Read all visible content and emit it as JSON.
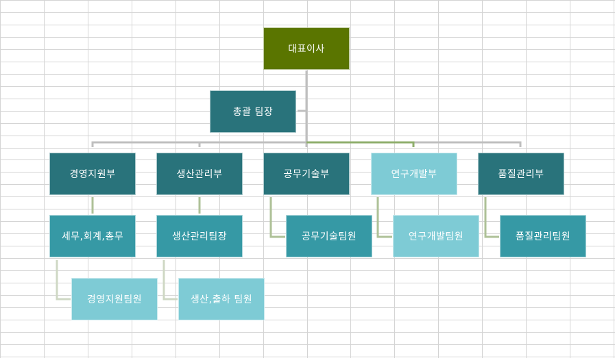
{
  "colors": {
    "ceo": "#5a7500",
    "dark_teal": "#29737b",
    "mid_teal": "#3699a5",
    "light_teal": "#7ecbd5",
    "grid": "#d4d4d4",
    "connector_gray": "#bfbfbf",
    "connector_green": "#8fae6c",
    "connector_sub": "#aec197",
    "connector_third": "#cfd8c4"
  },
  "org": {
    "ceo": {
      "label": "대표이사"
    },
    "assistant": {
      "label": "총괄 팀장"
    },
    "departments": [
      {
        "label": "경영지원부",
        "style": "dark",
        "team": {
          "label": "세무,회계,총무",
          "style": "mid",
          "member": {
            "label": "경영지원팀원",
            "style": "light"
          }
        }
      },
      {
        "label": "생산관리부",
        "style": "dark",
        "team": {
          "label": "생산관리팀장",
          "style": "mid",
          "member": {
            "label": "생산,출하 팀원",
            "style": "light"
          }
        }
      },
      {
        "label": "공무기술부",
        "style": "dark",
        "team": {
          "label": "공무기술팀원",
          "style": "mid"
        }
      },
      {
        "label": "연구개발부",
        "style": "light",
        "team": {
          "label": "연구개발팀원",
          "style": "light"
        }
      },
      {
        "label": "품질관리부",
        "style": "dark",
        "team": {
          "label": "품질관리팀원",
          "style": "mid"
        }
      }
    ]
  }
}
